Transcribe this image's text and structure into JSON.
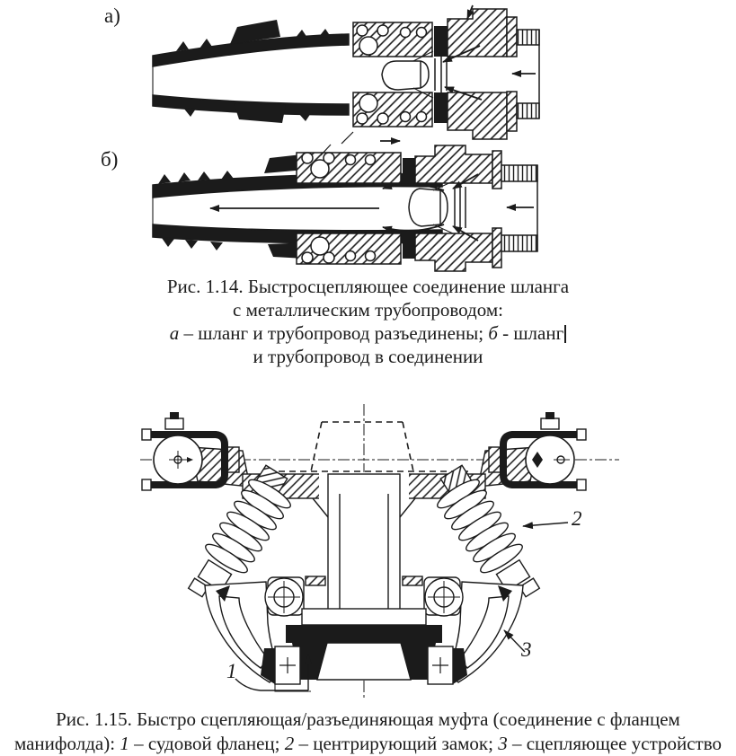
{
  "page": {
    "paper_color": "#ffffff",
    "ink_color": "#1b1b1b"
  },
  "fig114": {
    "part_labels": {
      "a": "а)",
      "b": "б)"
    },
    "caption": {
      "line1": "Рис. 1.14. Быстросцепляющее соединение шланга",
      "line2": "с металлическим трубопроводом:",
      "line3": {
        "a": "а",
        "mid": " – шланг и трубопровод разъединены; ",
        "b": "б",
        "tail": " - шланг"
      },
      "line4": "и трубопровод в соединении"
    }
  },
  "fig115": {
    "callouts": {
      "flange": "1",
      "lock": "2",
      "coupler": "3"
    },
    "caption": {
      "line1": "Рис. 1.15. Быстро сцепляющая/разъединяющая муфта (соединение с фланцем",
      "line2": {
        "pre": "манифолда): ",
        "n1": "1",
        "t1": " – судовой фланец; ",
        "n2": "2",
        "t2": " – центрирующий замок; ",
        "n3": "3",
        "t3": " – сцепляющее устройство"
      }
    }
  }
}
